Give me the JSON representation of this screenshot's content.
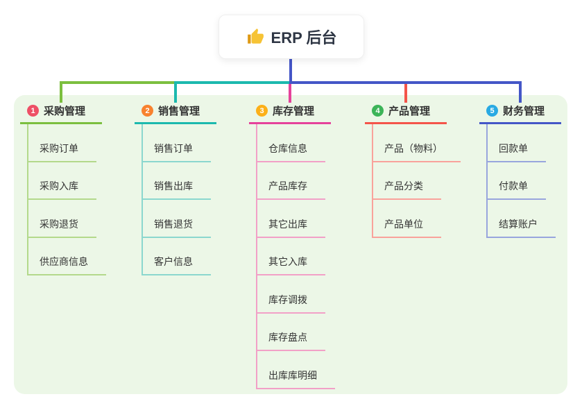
{
  "root": {
    "title": "ERP 后台",
    "icon": "thumbs-up"
  },
  "panel_color": "#ecf7e7",
  "trunk_color": "#4456c7",
  "branches": [
    {
      "badge": "1",
      "badge_color": "#ee5066",
      "title": "采购管理",
      "line_color": "#7cbf3f",
      "item_line_color": "#b3d98b",
      "items": [
        "采购订单",
        "采购入库",
        "采购退货",
        "供应商信息"
      ]
    },
    {
      "badge": "2",
      "badge_color": "#f8822f",
      "title": "销售管理",
      "line_color": "#1cb9ae",
      "item_line_color": "#8bd7ce",
      "items": [
        "销售订单",
        "销售出库",
        "销售退货",
        "客户信息"
      ]
    },
    {
      "badge": "3",
      "badge_color": "#fcb019",
      "title": "库存管理",
      "line_color": "#e5429b",
      "item_line_color": "#f2a0c7",
      "items": [
        "仓库信息",
        "产品库存",
        "其它出库",
        "其它入库",
        "库存调拨",
        "库存盘点",
        "出库库明细"
      ]
    },
    {
      "badge": "4",
      "badge_color": "#3cb458",
      "title": "产品管理",
      "line_color": "#f4544a",
      "item_line_color": "#f9a29b",
      "items": [
        "产品（物料）",
        "产品分类",
        "产品单位"
      ]
    },
    {
      "badge": "5",
      "badge_color": "#29aae3",
      "title": "财务管理",
      "line_color": "#4456c7",
      "item_line_color": "#98a5dd",
      "items": [
        "回款单",
        "付款单",
        "结算账户"
      ]
    }
  ]
}
